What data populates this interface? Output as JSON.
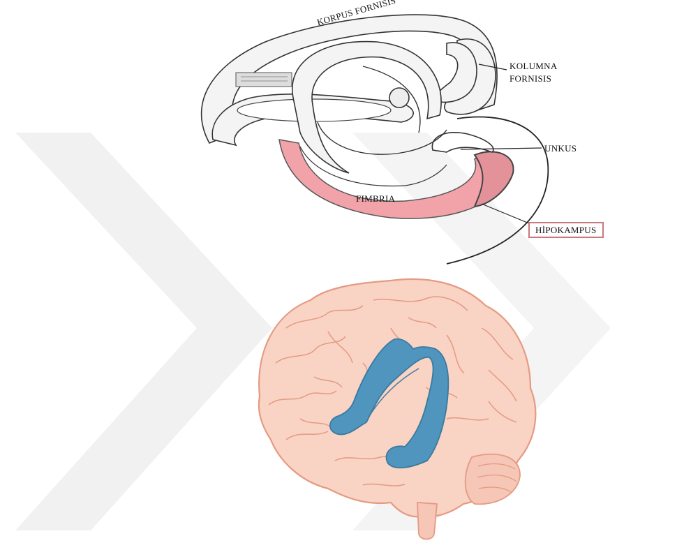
{
  "labels": {
    "korpus_fornisis": "KORPUS FORNISIS",
    "kolumna_fornisis_line1": "KOLUMNA",
    "kolumna_fornisis_line2": "FORNISIS",
    "unkus": "UNKUS",
    "fimbria": "FIMBRIA",
    "hipokampus": "HİPOKAMPUS"
  },
  "colors": {
    "hippocampus_highlight": "#f2a3aa",
    "highlight_box_border": "#c9787d",
    "brain_fill": "#f9d3c3",
    "brain_outline": "#e59a83",
    "fornix_3d": "#4f95bd",
    "fornix_3d_outline": "#3a7aa0",
    "watermark": "#f1f1f1",
    "sketch_fill": "#f4f4f4",
    "sketch_stroke": "#333333"
  }
}
